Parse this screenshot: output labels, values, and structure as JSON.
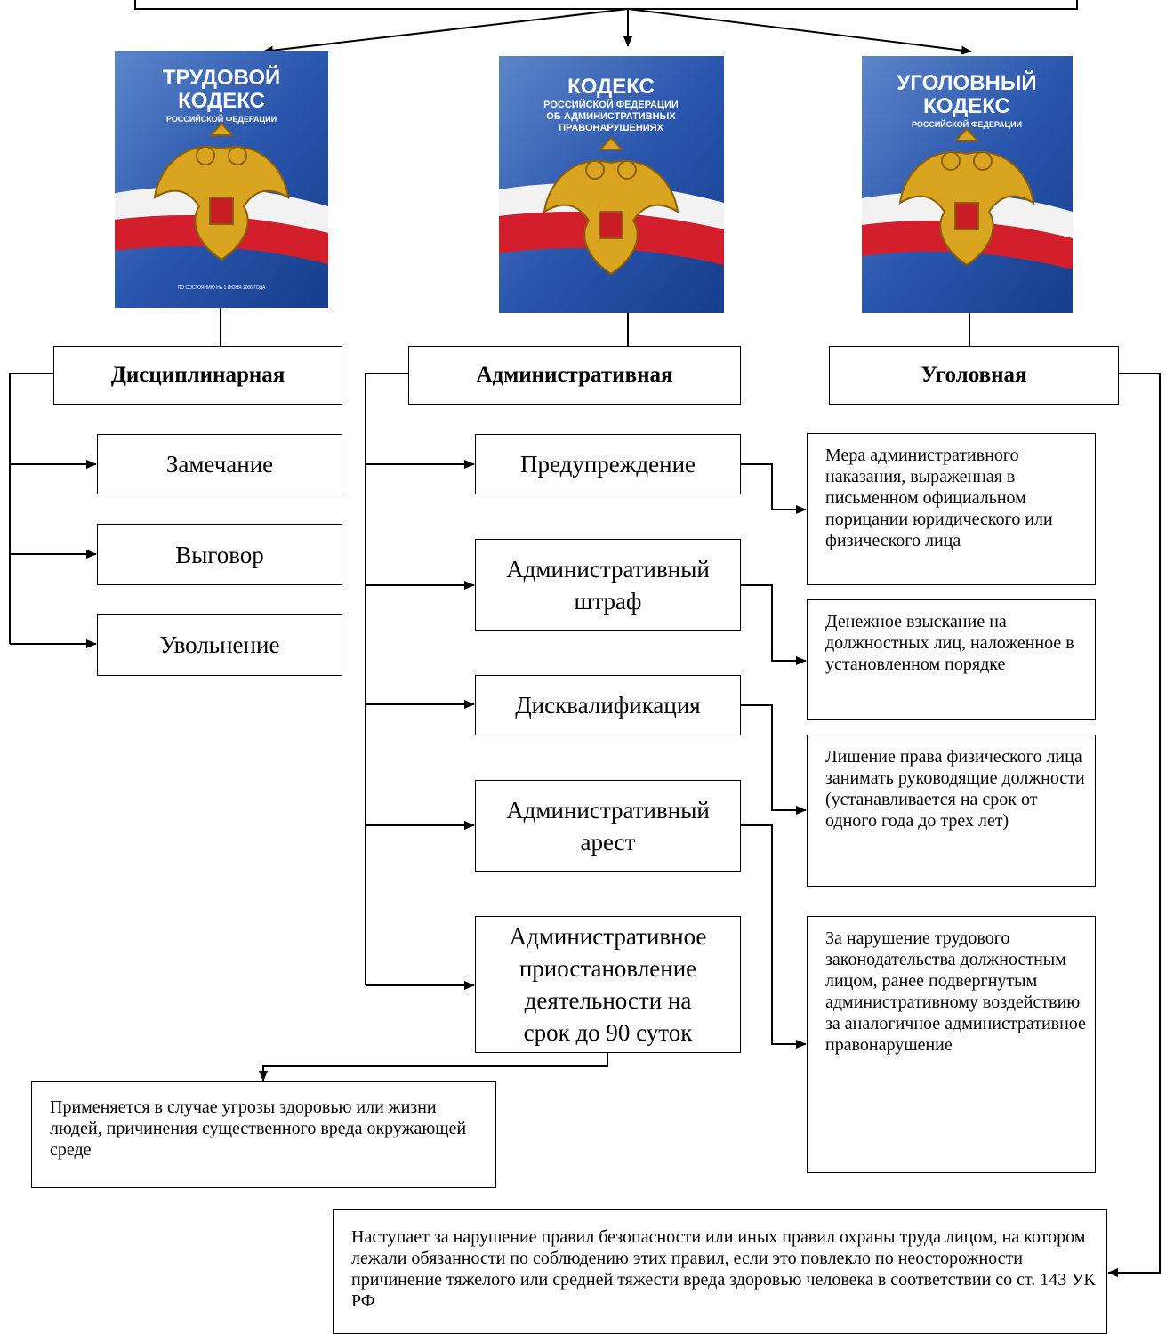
{
  "covers": [
    {
      "lines": [
        "ТРУДОВОЙ",
        "КОДЕКС"
      ],
      "subtitle": "РОССИЙСКОЙ ФЕДЕРАЦИИ",
      "footer": "ПО СОСТОЯНИЮ НА 1 ИЮНЯ 2006 ГОДА"
    },
    {
      "lines": [
        "КОДЕКС"
      ],
      "subtitle": "РОССИЙСКОЙ ФЕДЕРАЦИИ\nОБ АДМИНИСТРАТИВНЫХ\nПРАВОНАРУШЕНИЯХ",
      "footer": ""
    },
    {
      "lines": [
        "УГОЛОВНЫЙ",
        "КОДЕКС"
      ],
      "subtitle": "РОССИЙСКОЙ ФЕДЕРАЦИИ",
      "footer": ""
    }
  ],
  "categories": {
    "disciplinary": "Дисциплинарная",
    "administrative": "Административная",
    "criminal": "Уголовная"
  },
  "disciplinary_items": [
    "Замечание",
    "Выговор",
    "Увольнение"
  ],
  "administrative_items": [
    "Предупреждение",
    "Административный\nштраф",
    "Дисквалификация",
    "Административный\nарест",
    "Административное\nприостановление\nдеятельности на\nсрок до 90 суток"
  ],
  "descriptions": [
    "Мера административного наказания, выраженная в письменном официальном порицании юридического или физического лица",
    "Денежное взыскание на должностных лиц, наложенное в установленном порядке",
    "Лишение права физического лица занимать руководящие должности (устанавливается на срок от одного года до трех лет)",
    "За нарушение  трудового законодательства должностным лицом, ранее подвергнутым административному воздействию за аналогичное административное правонарушение"
  ],
  "suspension_note": "Применяется в случае угрозы здоровью или жизни людей, причинения существенного вреда окружающей среде",
  "criminal_note": "Наступает за нарушение правил безопасности или иных правил охраны труда лицом, на котором лежали обязанности по соблюдению этих правил, если это повлекло по неосторожности причинение тяжелого или средней тяжести вреда здоровью человека в соответствии со ст. 143 УК РФ",
  "colors": {
    "cover_blue": "#1f4fa8",
    "cover_red": "#d21f2b",
    "emblem_gold": "#d9a521"
  }
}
